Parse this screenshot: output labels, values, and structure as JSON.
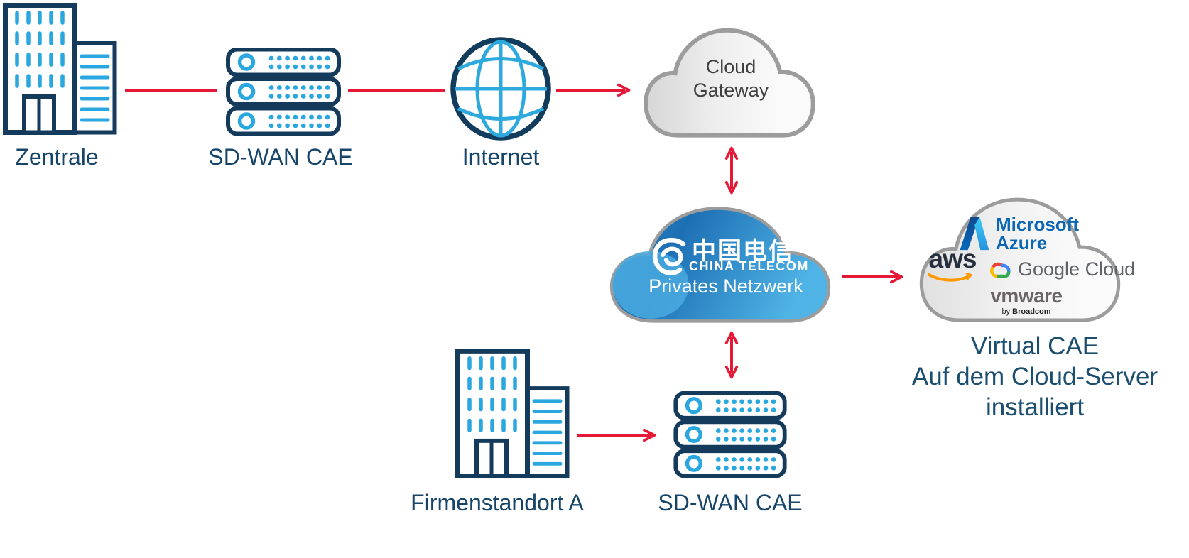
{
  "nodes": {
    "zentrale": {
      "label": "Zentrale"
    },
    "sdwan_cae_top": {
      "label": "SD-WAN CAE"
    },
    "internet": {
      "label": "Internet"
    },
    "cloud_gateway": {
      "line1": "Cloud",
      "line2": "Gateway"
    },
    "china_telecom": {
      "brand_cn": "中国电信",
      "brand_en": "CHINA TELECOM",
      "label": "Privates Netzwerk"
    },
    "hyperscalers": {
      "aws": "aws",
      "azure_line1": "Microsoft",
      "azure_line2": "Azure",
      "google": "Google Cloud",
      "vmware": "vmware",
      "vmware_by": "by",
      "vmware_brand": "Broadcom"
    },
    "virtual_cae": {
      "line1": "Virtual CAE",
      "line2": "Auf dem Cloud-Server",
      "line3": "installiert"
    },
    "firmenstandort_a": {
      "label": "Firmenstandort A"
    },
    "sdwan_cae_bottom": {
      "label": "SD-WAN CAE"
    }
  },
  "icons": {
    "zentrale": "office-building-icon",
    "firmenstandort": "office-building-icon",
    "sdwan": "server-stack-icon",
    "internet": "globe-icon",
    "cloud_gateway": "gray-cloud-icon",
    "china_telecom": "blue-cloud-icon",
    "china_telecom_logo": "china-telecom-swirl-icon",
    "hyperscalers": "gray-cloud-icon",
    "aws": "aws-logo-icon",
    "azure": "azure-logo-icon",
    "google_cloud": "google-cloud-logo-icon",
    "connectors": "red-arrow-icon"
  },
  "colors": {
    "label_navy": "#17456A",
    "icon_outline_navy": "#143A5C",
    "icon_blue": "#2BA7E0",
    "arrow_red": "#E51837",
    "cloud_border_gray": "#9C9C9C",
    "gateway_text": "#3F3F3F",
    "china_telecom_blue_dark": "#1D6FB4",
    "china_telecom_blue_light": "#4FB3E5",
    "azure_blue": "#0B66B5",
    "aws_dark": "#252F3E",
    "aws_orange": "#FF9900",
    "google_text_gray": "#5F6368",
    "google_blue": "#4285F4",
    "google_red": "#EA4335",
    "google_yellow": "#FBBC05",
    "google_green": "#34A853",
    "vmware_gray": "#696566",
    "broadcom_black": "#231F20"
  }
}
